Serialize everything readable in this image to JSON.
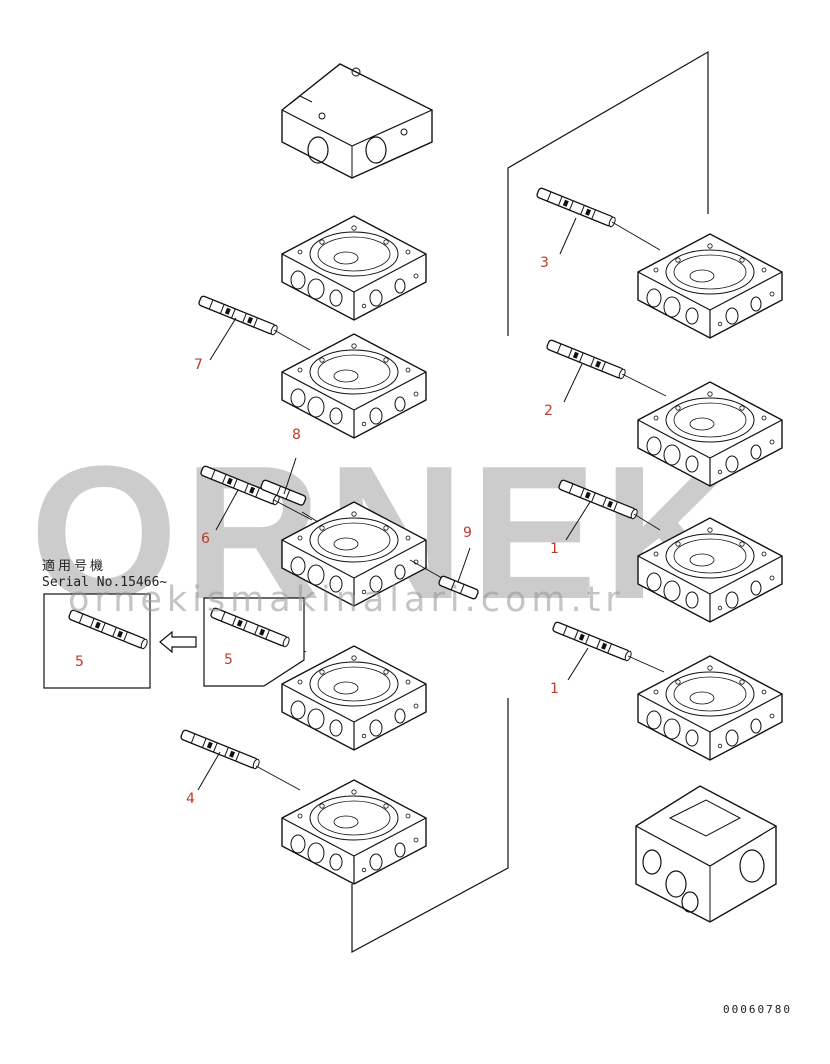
{
  "drawing": {
    "code": "00060780",
    "note_line1": "適用号機",
    "note_line2": "Serial No.15466~"
  },
  "callouts": [
    {
      "id": "c7",
      "label": "7"
    },
    {
      "id": "c8",
      "label": "8"
    },
    {
      "id": "c6",
      "label": "6"
    },
    {
      "id": "c9",
      "label": "9"
    },
    {
      "id": "c5a",
      "label": "5"
    },
    {
      "id": "c5b",
      "label": "5"
    },
    {
      "id": "c4",
      "label": "4"
    },
    {
      "id": "c3",
      "label": "3"
    },
    {
      "id": "c2",
      "label": "2"
    },
    {
      "id": "c1a",
      "label": "1"
    },
    {
      "id": "c1b",
      "label": "1"
    }
  ],
  "watermark": {
    "word": "ÖRNEK",
    "url": "ornekismakinalari.com.tr",
    "accent_color": "#f2c94c",
    "gray_color": "#9a9a9a"
  }
}
